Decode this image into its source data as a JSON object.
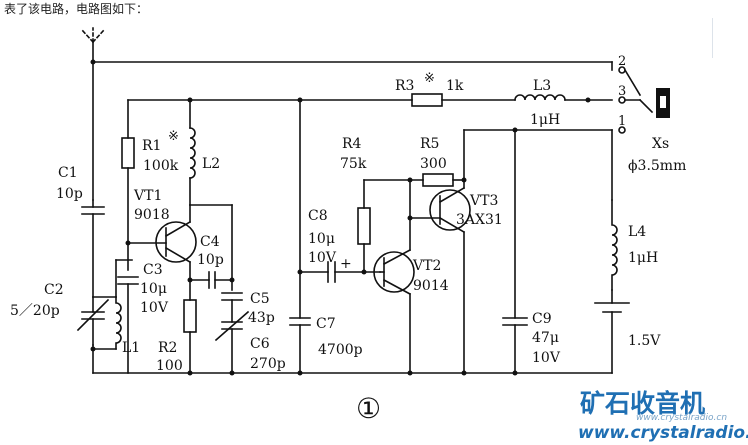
{
  "intro_text": "表了该电路，电路图如下：",
  "labels": {
    "c1": "C1",
    "c1v": "10p",
    "c2": "C2",
    "c2v": "5／20p",
    "l1": "L1",
    "r1": "R1",
    "r1v": "100k",
    "star": "※",
    "l2": "L2",
    "vt1": "VT1",
    "vt1v": "9018",
    "c3": "C3",
    "c3v1": "10μ",
    "c3v2": "10V",
    "c4": "C4",
    "c4v": "10p",
    "r2": "R2",
    "r2v": "100",
    "c5": "C5",
    "c5v": "43p",
    "c6": "C6",
    "c6v": "270p",
    "r3": "R3",
    "r3v": "1k",
    "l3": "L3",
    "l3v": "1μH",
    "r4": "R4",
    "r4v": "75k",
    "r5": "R5",
    "r5v": "300",
    "vt3": "VT3",
    "vt3v": "3AX31",
    "c8": "C8",
    "c8v1": "10μ",
    "c8v2": "10V",
    "plus": "+",
    "vt2": "VT2",
    "vt2v": "9014",
    "c7": "C7",
    "c7v": "4700p",
    "c9": "C9",
    "c9v1": "47μ",
    "c9v2": "10V",
    "xs": "Xs",
    "xsv": "ϕ3.5mm",
    "l4": "L4",
    "l4v": "1μH",
    "batt": "1.5V",
    "p1": "1",
    "p2": "2",
    "p3": "3",
    "fig": "①"
  },
  "watermark": {
    "cn": "矿石收音机",
    "url": "www.crystalradio.cn",
    "url_small": "www.crystalradio.cn"
  }
}
